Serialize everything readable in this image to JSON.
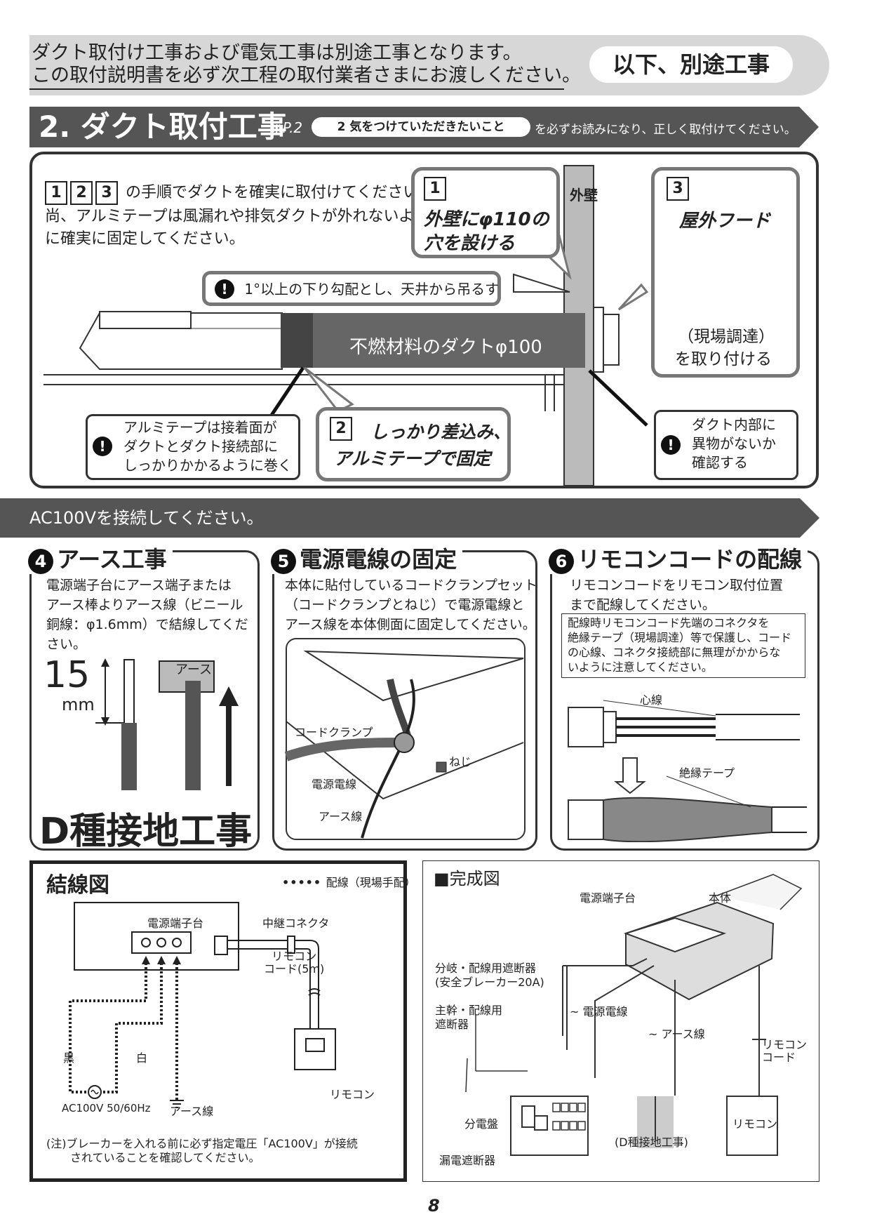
{
  "banner": {
    "line1": "ダクト取付け工事および電気工事は別途工事となります。",
    "line2": "この取付説明書を必ず次工程の取付業者さまにお渡しください。",
    "badge": "以下、別途工事"
  },
  "section2": {
    "title": "2. ダクト取付工事",
    "ref": "※P.2",
    "ref_pill": "2 気をつけていただきたいこと",
    "note": "を必ずお読みになり、正しく取付けてください。",
    "intro_nums": [
      "1",
      "2",
      "3"
    ],
    "intro1": "の手順でダクトを確実に取付けてください。",
    "intro2": "尚、アルミテープは風漏れや排気ダクトが外れないよう",
    "intro3": "に確実に固定してください。",
    "step1_num": "1",
    "step1_l1": "外壁にφ110の",
    "step1_l2": "穴を設ける",
    "wall_label": "外壁",
    "step3_num": "3",
    "step3_title": "屋外フード",
    "step3_l1": "（現場調達）",
    "step3_l2": "を取り付ける",
    "slope_note": "1°以上の下り勾配とし、天井から吊るす",
    "duct_label": "不燃材料のダクトφ100",
    "tape_note": [
      "アルミテープは接着面が",
      "ダクトとダクト接続部に",
      "しっかりかかるように巻く"
    ],
    "step2_num": "2",
    "step2_l1": "しっかり差込み、",
    "step2_l2": "アルミテープで固定",
    "check_note": [
      "ダクト内部に",
      "異物がないか",
      "確認する"
    ]
  },
  "ac_section": {
    "title": "AC100Vを接続してください。"
  },
  "step4": {
    "num": "4",
    "title": "アース工事",
    "text": [
      "電源端子台にアース端子または",
      "アース棒よりアース線（ビニール",
      "銅線：φ1.6mm）で結線してくだ",
      "さい。"
    ],
    "dim_value": "15",
    "dim_unit": "mm",
    "earth_label": "アース",
    "big_title": "D種接地工事"
  },
  "step5": {
    "num": "5",
    "title": "電源電線の固定",
    "text": [
      "本体に貼付しているコードクランプセット",
      "（コードクランプとねじ）で電源電線と",
      "アース線を本体側面に固定してください。"
    ],
    "labels": {
      "clamp": "コードクランプ",
      "screw": "ねじ",
      "power": "電源電線",
      "earth": "アース線"
    }
  },
  "step6": {
    "num": "6",
    "title": "リモコンコードの配線",
    "text": [
      "リモコンコードをリモコン取付位置",
      "まで配線してください。"
    ],
    "note": [
      "配線時リモコンコード先端のコネクタを",
      "絶縁テープ（現場調達）等で保護し、コード",
      "の心線、コネクタ接続部に無理がかからな",
      "いように注意してください。"
    ],
    "core_label": "心線",
    "tape_label": "絶縁テープ"
  },
  "wiring": {
    "title": "結線図",
    "legend": "配線（現場手配）",
    "terminal": "電源端子台",
    "relay": "中継コネクタ",
    "remote_cord": [
      "リモコン",
      "コード(5m)"
    ],
    "black": "黒",
    "white": "白",
    "power_src": "AC100V 50/60Hz",
    "earth": "アース線",
    "remote": "リモコン",
    "note1": "(注)ブレーカーを入れる前に必ず指定電圧「AC100V」が接続",
    "note2": "されていることを確認してください。"
  },
  "completion": {
    "title": "■完成図",
    "terminal": "電源端子台",
    "body": "本体",
    "branch": [
      "分岐・配線用遮断器",
      "(安全ブレーカー20A)"
    ],
    "main": [
      "主幹・配線用",
      "遮断器"
    ],
    "power": "電源電線",
    "earth": "アース線",
    "remote_cord": [
      "リモコン",
      "コード"
    ],
    "panel": "分電盤",
    "leak": "漏電遮断器",
    "ground": "(D種接地工事)",
    "remote": "リモコン"
  },
  "page_number": "8",
  "colors": {
    "header_bg": "#555555",
    "banner_bg": "#d7d7d7",
    "box_border": "#333333",
    "wall": "#bbbbbb",
    "duct": "#666666"
  }
}
